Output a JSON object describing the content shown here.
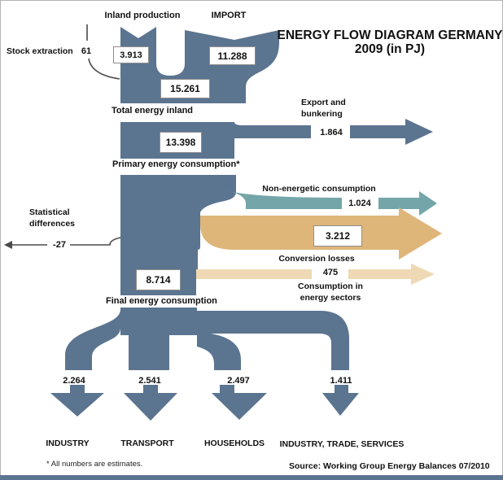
{
  "title": {
    "line1": "ENERGY FLOW DIAGRAM GERMANY",
    "line2": "2009 (in PJ)"
  },
  "labels": {
    "inland_production": "Inland production",
    "import": "IMPORT",
    "stock_extraction": "Stock extraction",
    "total_energy_inland": "Total energy inland",
    "primary_energy_consumption": "Primary energy consumption*",
    "export_and_bunkering": "Export and bunkering",
    "non_energetic_consumption": "Non-energetic consumption",
    "conversion_losses": "Conversion losses",
    "consumption_in_energy_sectors": "Consumption in energy sectors",
    "statistical_differences": "Statistical differences",
    "final_energy_consumption": "Final energy consumption",
    "industry": "INDUSTRY",
    "transport": "TRANSPORT",
    "households": "HOUSEHOLDS",
    "industry_trade_services": "INDUSTRY, TRADE, SERVICES"
  },
  "values": {
    "stock_extraction": "61",
    "inland_production": "3.913",
    "import": "11.288",
    "total_energy_inland": "15.261",
    "primary_energy_consumption": "13.398",
    "export_and_bunkering": "1.864",
    "non_energetic_consumption": "1.024",
    "conversion_losses": "3.212",
    "consumption_in_energy_sectors": "475",
    "statistical_differences": "-27",
    "final_energy_consumption": "8.714",
    "industry": "2.264",
    "transport": "2.541",
    "households": "2.497",
    "industry_trade_services": "1.411"
  },
  "footnote": "* All numbers are estimates.",
  "source": "Source: Working Group Energy Balances 07/2010",
  "colors": {
    "flow_blue": "#5b7490",
    "non_energetic_teal": "#74a6a9",
    "conversion_losses_tan": "#deb679",
    "energy_sectors_light_tan": "#eed9b4",
    "text": "#111111",
    "background": "#ffffff"
  },
  "chart_data": {
    "type": "sankey",
    "title": "ENERGY FLOW DIAGRAM GERMANY 2009 (in PJ)",
    "unit": "PJ",
    "note": "* All numbers are estimates.",
    "source": "Source: Working Group Energy Balances 07/2010",
    "nodes": [
      "Stock extraction",
      "Inland production",
      "Import",
      "Total energy inland",
      "Primary energy consumption",
      "Export and bunkering",
      "Non-energetic consumption",
      "Conversion losses",
      "Consumption in energy sectors",
      "Statistical differences",
      "Final energy consumption",
      "Industry",
      "Transport",
      "Households",
      "Industry, trade, services"
    ],
    "node_totals": {
      "Total energy inland": 15261,
      "Primary energy consumption": 13398,
      "Final energy consumption": 8714
    },
    "links": [
      {
        "source": "Stock extraction",
        "target": "Total energy inland",
        "value": 61
      },
      {
        "source": "Inland production",
        "target": "Total energy inland",
        "value": 3913
      },
      {
        "source": "Import",
        "target": "Total energy inland",
        "value": 11288
      },
      {
        "source": "Total energy inland",
        "target": "Export and bunkering",
        "value": 1864
      },
      {
        "source": "Total energy inland",
        "target": "Primary energy consumption",
        "value": 13398
      },
      {
        "source": "Primary energy consumption",
        "target": "Non-energetic consumption",
        "value": 1024
      },
      {
        "source": "Primary energy consumption",
        "target": "Conversion losses",
        "value": 3212
      },
      {
        "source": "Primary energy consumption",
        "target": "Consumption in energy sectors",
        "value": 475
      },
      {
        "source": "Primary energy consumption",
        "target": "Statistical differences",
        "value": -27
      },
      {
        "source": "Primary energy consumption",
        "target": "Final energy consumption",
        "value": 8714
      },
      {
        "source": "Final energy consumption",
        "target": "Industry",
        "value": 2264
      },
      {
        "source": "Final energy consumption",
        "target": "Transport",
        "value": 2541
      },
      {
        "source": "Final energy consumption",
        "target": "Households",
        "value": 2497
      },
      {
        "source": "Final energy consumption",
        "target": "Industry, trade, services",
        "value": 1411
      }
    ]
  }
}
